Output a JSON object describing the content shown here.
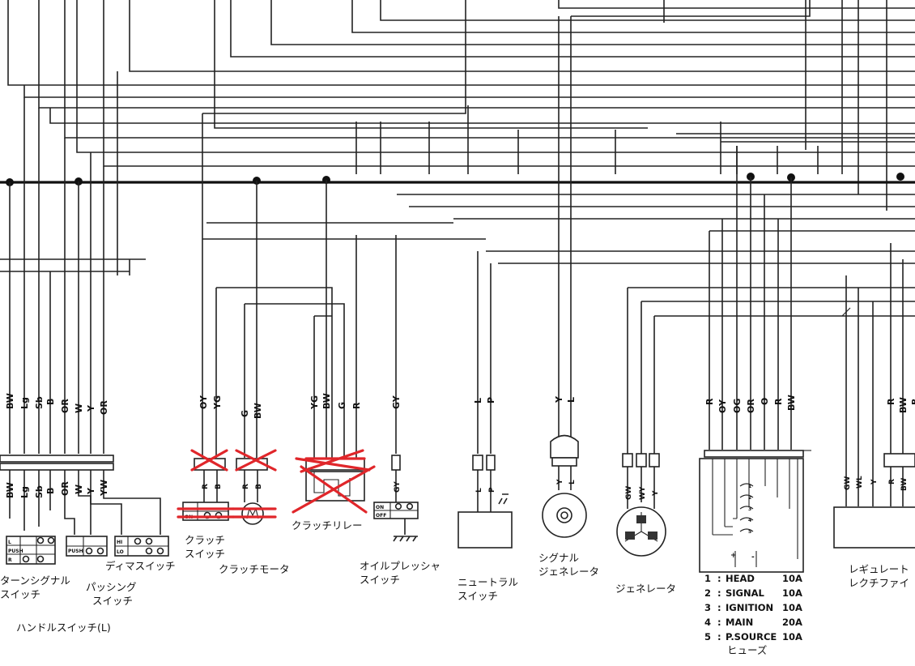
{
  "components": {
    "handle_switch": "ハンドルスイッチ(L)",
    "turn_signal_switch": [
      "ターンシグナル",
      "スイッチ"
    ],
    "passing_switch": [
      "パッシング",
      "スイッチ"
    ],
    "dimmer_switch": "ディマスイッチ",
    "clutch_switch": [
      "クラッチ",
      "スイッチ"
    ],
    "clutch_motor": "クラッチモータ",
    "clutch_relay": "クラッチリレー",
    "oil_pressure_switch": [
      "オイルプレッシャ",
      "スイッチ"
    ],
    "neutral_switch": [
      "ニュートラル",
      "スイッチ"
    ],
    "signal_generator": [
      "シグナル",
      "ジェネレータ"
    ],
    "generator": "ジェネレータ",
    "fuse": "ヒューズ",
    "regulator_rectifier": [
      "レギュレート",
      "レクチファイ"
    ]
  },
  "fuses": [
    {
      "no": "1",
      "name": "HEAD",
      "rating": "10A"
    },
    {
      "no": "2",
      "name": "SIGNAL",
      "rating": "10A"
    },
    {
      "no": "3",
      "name": "IGNITION",
      "rating": "10A"
    },
    {
      "no": "4",
      "name": "MAIN",
      "rating": "20A"
    },
    {
      "no": "5",
      "name": "P.SOURCE",
      "rating": "10A"
    }
  ],
  "wire_labels": {
    "handle_top": [
      "BW",
      "Lg",
      "Sb",
      "B",
      "OR",
      "W",
      "Y",
      "OR"
    ],
    "handle_bottom": [
      "BW",
      "Lg",
      "Sb",
      "B",
      "OR",
      "W",
      "Y",
      "YW"
    ],
    "clutch_switch_top": [
      "OY",
      "YG"
    ],
    "clutch_switch_bottom": [
      "R",
      "B"
    ],
    "clutch_motor_top": [
      "G",
      "BW"
    ],
    "clutch_motor_bottom": [
      "R",
      "B"
    ],
    "clutch_relay_top": [
      "YG",
      "BW",
      "G",
      "R"
    ],
    "oil_top": [
      "GY"
    ],
    "oil_bottom": [
      "GY"
    ],
    "neutral_top": [
      "L",
      "P"
    ],
    "neutral_bottom": [
      "L",
      "P"
    ],
    "signal_gen_top": [
      "Y",
      "L"
    ],
    "signal_gen_bottom": [
      "Y",
      "L"
    ],
    "generator_bottom": [
      "GW",
      "WY",
      "Y"
    ],
    "fuse_top": [
      "R",
      "OY",
      "OG",
      "OR",
      "O",
      "R",
      "BW"
    ],
    "regulator_left": [
      "GW",
      "WL",
      "Y"
    ],
    "regulator_top": [
      "R",
      "BW",
      "B"
    ],
    "regulator_bottom": [
      "R",
      "BW"
    ]
  },
  "switch_marks": {
    "on": "ON",
    "off": "OFF",
    "push": "PUSH",
    "hi": "HI",
    "lo": "LO",
    "l": "L",
    "r": "R"
  },
  "colors": {
    "line": "#222222",
    "cross": "#e0262a"
  }
}
